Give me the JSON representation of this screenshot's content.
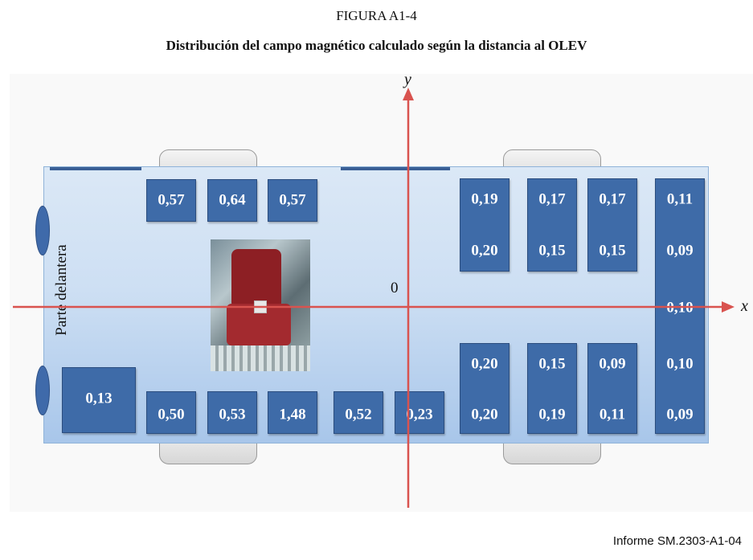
{
  "figure": {
    "label": "FIGURA A1-4",
    "title": "Distribución del campo magnético calculado según la distancia al OLEV",
    "source": "Informe SM.2303-A1-04"
  },
  "diagram": {
    "front_label": "Parte delantera",
    "x_axis": "x",
    "y_axis": "y",
    "origin": "0",
    "photo": "bus-seat-photo",
    "colors": {
      "sensor": "#3e6ba8",
      "axis": "#d9534f",
      "body": "#cddff3"
    },
    "readings": {
      "front_top": [
        "0,57",
        "0,64",
        "0,57"
      ],
      "front_bottom_left": "0,13",
      "bottom_row": [
        "0,50",
        "0,53",
        "1,48",
        "0,52",
        "0,23"
      ],
      "rear_top_columns": [
        [
          "0,19",
          "0,20"
        ],
        [
          "0,17",
          "0,15"
        ],
        [
          "0,17",
          "0,15"
        ]
      ],
      "rear_bottom_columns": [
        [
          "0,20",
          "0,20"
        ],
        [
          "0,15",
          "0,19"
        ],
        [
          "0,09",
          "0,11"
        ]
      ],
      "back_column": [
        "0,11",
        "0,09",
        "0,10",
        "0,10",
        "0,09"
      ]
    }
  }
}
